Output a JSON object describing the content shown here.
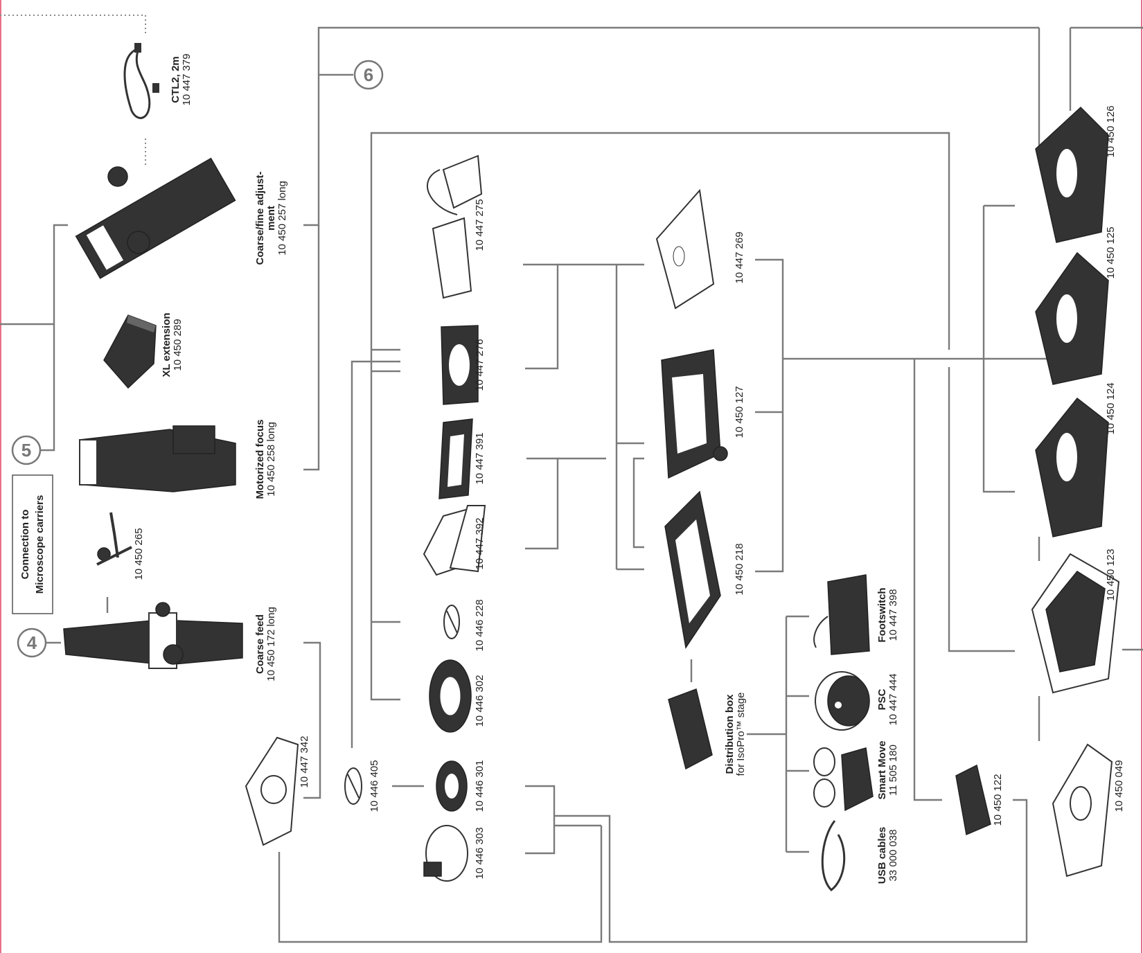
{
  "connection_box": {
    "line1": "Connection to",
    "line2": "Microscope carriers"
  },
  "markers": {
    "m4": "4",
    "m5": "5",
    "m6": "6"
  },
  "items": {
    "ctl2_name": "CTL2, 2m",
    "ctl2_num": "10 447 379",
    "coarse_fine_name1": "Coarse/fine adjust-",
    "coarse_fine_name2": "ment",
    "coarse_fine_num": "10 450 257 long",
    "xl_name": "XL extension",
    "xl_num": "10 450 289",
    "motorized_name": "Motorized focus",
    "motorized_num": "10 450 258 long",
    "part_10450265": "10 450 265",
    "coarse_feed_name": "Coarse feed",
    "coarse_feed_num": "10 450 172 long",
    "p_10447342": "10 447 342",
    "p_10446405": "10 446 405",
    "p_10446301": "10 446 301",
    "p_10446303": "10 446 303",
    "p_10446302": "10 446 302",
    "p_10446228": "10 446 228",
    "p_10447392": "10 447 392",
    "p_10447391": "10 447 391",
    "p_10447276": "10 447 276",
    "p_10447275": "10 447 275",
    "p_10447269": "10 447 269",
    "p_10450127": "10 450 127",
    "p_10450218": "10 450 218",
    "dist_name": "Distribution box",
    "dist_sub": "for IsoPro™ stage",
    "footswitch_name": "Footswitch",
    "footswitch_num": "10 447 398",
    "psc_name": "PSC",
    "psc_num": "10 447 444",
    "smartmove_name": "Smart Move",
    "smartmove_num": "11 505 180",
    "usb_name": "USB cables",
    "usb_num": "33 000 038",
    "p_10450122": "10 450 122",
    "p_10450126": "10 450 126",
    "p_10450125": "10 450 125",
    "p_10450124": "10 450 124",
    "p_10450123": "10 450 123",
    "p_10450049": "10 450 049"
  }
}
